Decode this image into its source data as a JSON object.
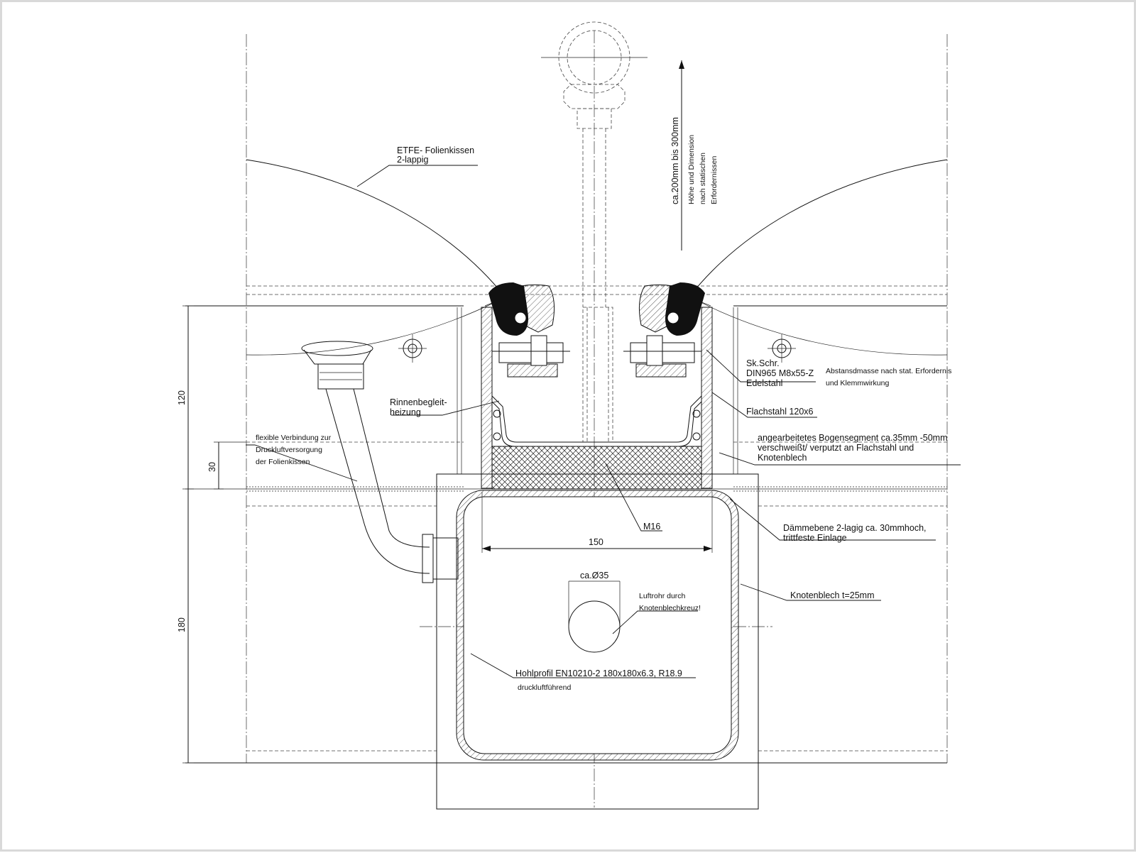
{
  "labels": {
    "etfe_line1": "ETFE- Folienkissen",
    "etfe_line2": "2-lappig",
    "height_dim": "ca.200mm bis 300mm",
    "height_note1": "Höhe und Dimension",
    "height_note2": "nach statischen",
    "height_note3": "Erfordernissen",
    "screw_line1": "Sk.Schr.",
    "screw_line2": "DIN965 M8x55-Z",
    "screw_line3": "Edelstahl",
    "spacing_line1": "Abstansdmasse nach stat. Erfordernis",
    "spacing_line2": "und Klemmwirkung",
    "heating_line1": "Rinnenbegleit-",
    "heating_line2": "heizung",
    "flatsteel": "Flachstahl 120x6",
    "arc_line1": "angearbeitetes Bogensegment ca.35mm -50mm",
    "arc_line2": "verschweißt/ verputzt an Flachstahl und",
    "arc_line3": "Knotenblech",
    "flex_line1": "flexible Verbindung zur",
    "flex_line2": "Druckluftversorgung",
    "flex_line3": "der Folienkissen",
    "bolt": "M16",
    "insulation_line1": "Dämmebene 2-lagig ca. 30mmhoch,",
    "insulation_line2": "trittfeste Einlage",
    "node_plate": "Knotenblech t=25mm",
    "pipe_dia": "ca.Ø35",
    "air_pipe_line1": "Luftrohr durch",
    "air_pipe_line2": "Knotenblechkreuz!",
    "hollow_line1": "Hohlprofil EN10210-2 180x180x6.3, R18.9",
    "hollow_line2": "druckluftführend"
  },
  "dimensions": {
    "d120": "120",
    "d30": "30",
    "d180": "180",
    "d150": "150"
  }
}
